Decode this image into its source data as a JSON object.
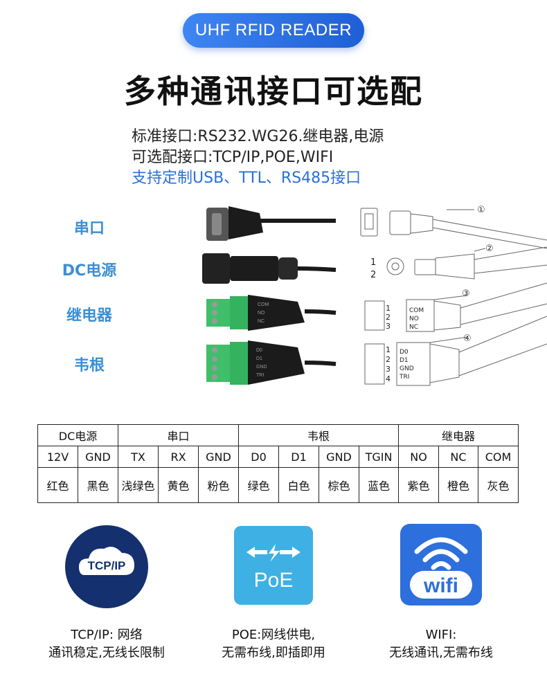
{
  "header": {
    "badge": "UHF RFID READER",
    "title": "多种通讯接口可选配"
  },
  "specs": {
    "standard": "标准接口:RS232.WG26.继电器,电源",
    "optional": "可选配接口:TCP/IP,POE,WIFI",
    "custom": "支持定制USB、TTL、RS485接口"
  },
  "connectors": [
    {
      "label": "串口"
    },
    {
      "label": "DC电源"
    },
    {
      "label": "继电器"
    },
    {
      "label": "韦根"
    }
  ],
  "relay_pins": [
    "COM",
    "NO",
    "NC"
  ],
  "wiegand_pins": [
    "D0",
    "D1",
    "GND",
    "TRI"
  ],
  "diagram": {
    "markers": [
      "①",
      "②",
      "③",
      "④"
    ],
    "dc_pins": [
      "1",
      "2"
    ],
    "relay_terms": [
      "1",
      "2",
      "3"
    ],
    "relay_pins": [
      "COM",
      "NO",
      "NC"
    ],
    "wiegand_terms": [
      "1",
      "2",
      "3",
      "4"
    ],
    "wiegand_pins": [
      "D0",
      "D1",
      "GND",
      "TRI"
    ]
  },
  "table": {
    "groups": [
      {
        "name": "DC电源",
        "span": 2
      },
      {
        "name": "串口",
        "span": 3
      },
      {
        "name": "韦根",
        "span": 4
      },
      {
        "name": "继电器",
        "span": 3
      }
    ],
    "pins": [
      "12V",
      "GND",
      "TX",
      "RX",
      "GND",
      "D0",
      "D1",
      "GND",
      "TGIN",
      "NO",
      "NC",
      "COM"
    ],
    "colors": [
      "红色",
      "黑色",
      "浅绿色",
      "黄色",
      "粉色",
      "绿色",
      "白色",
      "棕色",
      "蓝色",
      "紫色",
      "橙色",
      "灰色"
    ]
  },
  "icons": {
    "tcp": {
      "text": "TCP/IP",
      "caption1": "TCP/IP:  网络",
      "caption2": "通讯稳定,无线长限制"
    },
    "poe": {
      "text": "PoE",
      "caption1": "POE:网线供电,",
      "caption2": "无需布线,即插即用"
    },
    "wifi": {
      "text": "wifi",
      "caption1": "WIFI:",
      "caption2": "无线通讯,无需布线"
    }
  },
  "colors": {
    "accent": "#1f5fd6",
    "label_blue": "#3b8fd4",
    "terminal_green": "#3fbf6a",
    "icon_navy": "#14306e"
  }
}
